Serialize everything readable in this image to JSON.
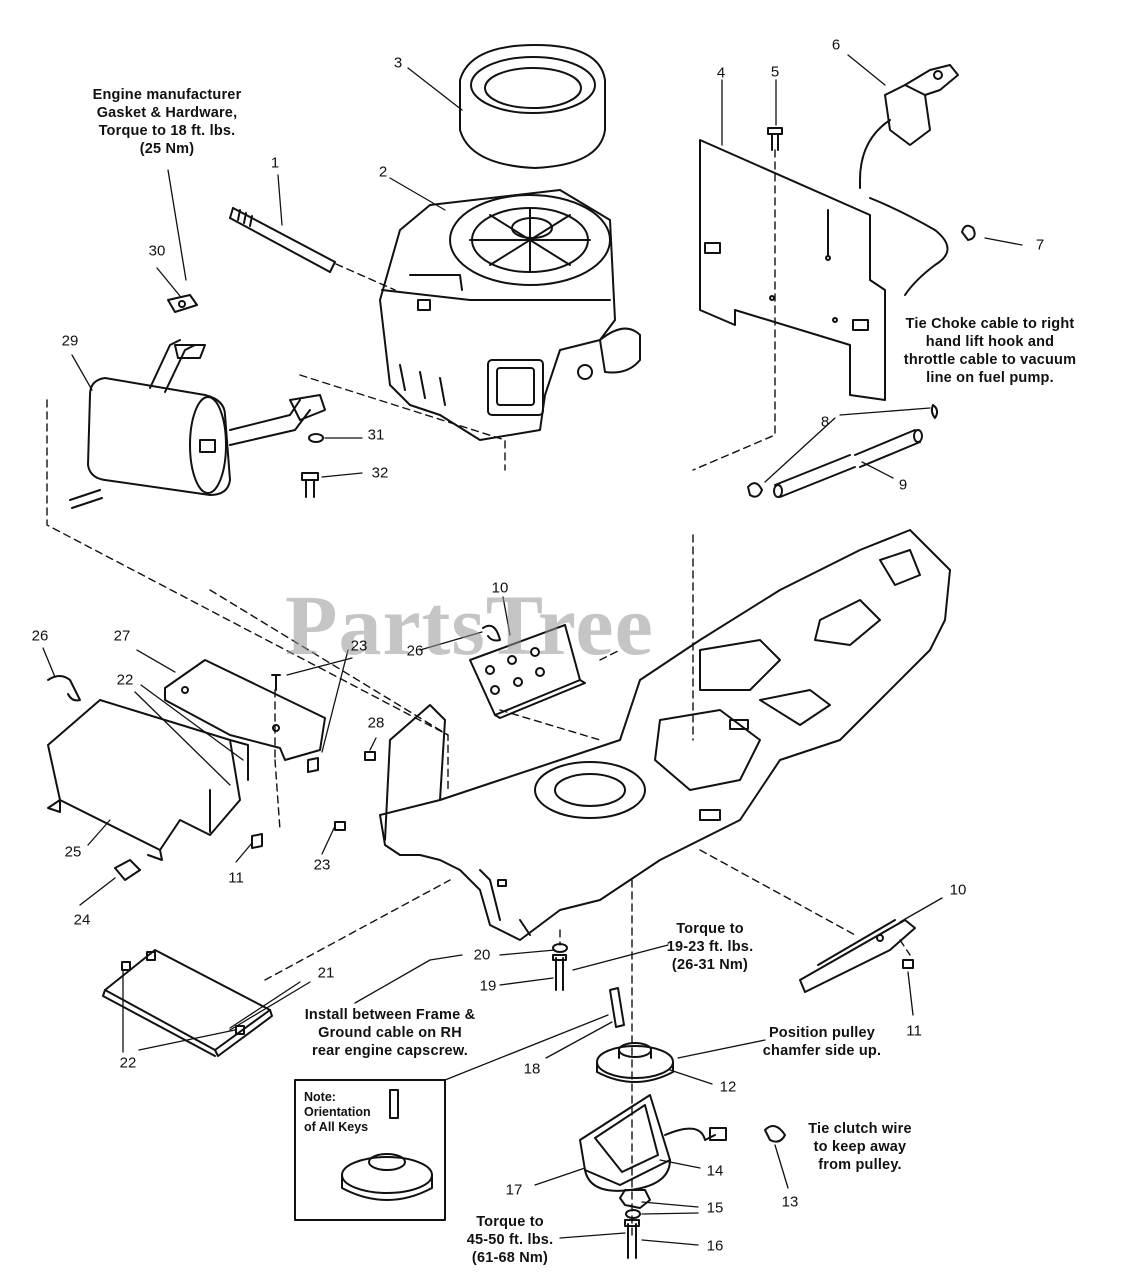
{
  "watermark": "PartsTree",
  "callouts": [
    {
      "id": "c1",
      "text": "1"
    },
    {
      "id": "c2",
      "text": "2"
    },
    {
      "id": "c3",
      "text": "3"
    },
    {
      "id": "c4",
      "text": "4"
    },
    {
      "id": "c5",
      "text": "5"
    },
    {
      "id": "c6",
      "text": "6"
    },
    {
      "id": "c7",
      "text": "7"
    },
    {
      "id": "c8",
      "text": "8"
    },
    {
      "id": "c9",
      "text": "9"
    },
    {
      "id": "c10a",
      "text": "10"
    },
    {
      "id": "c10b",
      "text": "10"
    },
    {
      "id": "c11a",
      "text": "11"
    },
    {
      "id": "c11b",
      "text": "11"
    },
    {
      "id": "c12",
      "text": "12"
    },
    {
      "id": "c13",
      "text": "13"
    },
    {
      "id": "c14",
      "text": "14"
    },
    {
      "id": "c15",
      "text": "15"
    },
    {
      "id": "c16",
      "text": "16"
    },
    {
      "id": "c17",
      "text": "17"
    },
    {
      "id": "c18",
      "text": "18"
    },
    {
      "id": "c19",
      "text": "19"
    },
    {
      "id": "c20",
      "text": "20"
    },
    {
      "id": "c21",
      "text": "21"
    },
    {
      "id": "c22a",
      "text": "22"
    },
    {
      "id": "c22b",
      "text": "22"
    },
    {
      "id": "c23a",
      "text": "23"
    },
    {
      "id": "c23b",
      "text": "23"
    },
    {
      "id": "c24",
      "text": "24"
    },
    {
      "id": "c25",
      "text": "25"
    },
    {
      "id": "c26a",
      "text": "26"
    },
    {
      "id": "c26b",
      "text": "26"
    },
    {
      "id": "c27",
      "text": "27"
    },
    {
      "id": "c28",
      "text": "28"
    },
    {
      "id": "c29",
      "text": "29"
    },
    {
      "id": "c30",
      "text": "30"
    },
    {
      "id": "c31",
      "text": "31"
    },
    {
      "id": "c32",
      "text": "32"
    }
  ],
  "notes": {
    "engine_gasket": [
      "Engine manufacturer",
      "Gasket & Hardware,",
      "Torque to 18 ft. lbs.",
      "(25 Nm)"
    ],
    "choke_cable": [
      "Tie Choke cable to right",
      "hand lift hook and",
      "throttle cable to vacuum",
      "line on fuel pump."
    ],
    "torque_19_23": [
      "Torque to",
      "19-23 ft. lbs.",
      "(26-31 Nm)"
    ],
    "ground_cable": [
      "Install between Frame &",
      "Ground cable on RH",
      "rear engine capscrew."
    ],
    "pulley": [
      "Position pulley",
      "chamfer side up."
    ],
    "clutch_wire": [
      "Tie clutch wire",
      "to keep away",
      "from pulley."
    ],
    "torque_45_50": [
      "Torque to",
      "45-50 ft. lbs.",
      "(61-68 Nm)"
    ],
    "keys_box": {
      "heading": "Note:",
      "lines": [
        "Orientation",
        "of All Keys"
      ]
    }
  }
}
